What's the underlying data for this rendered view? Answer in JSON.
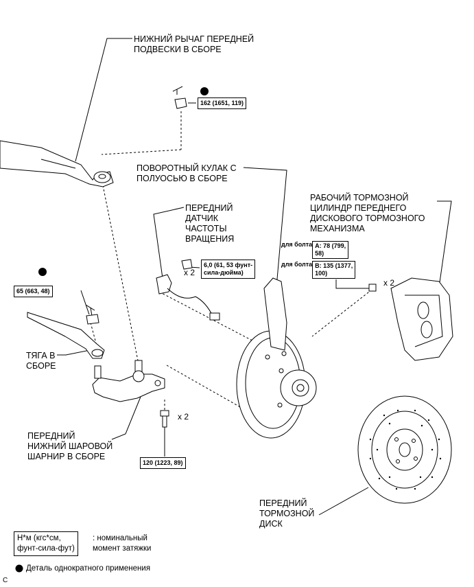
{
  "labels": {
    "lower_arm": "НИЖНИЙ РЫЧАГ ПЕРЕДНЕЙ\nПОДВЕСКИ В СБОРЕ",
    "knuckle": "ПОВОРОТНЫЙ КУЛАК С\nПОЛУОСЬЮ В СБОРЕ",
    "sensor": "ПЕРЕДНИЙ\nДАТЧИК\nЧАСТОТЫ\nВРАЩЕНИЯ",
    "caliper": "РАБОЧИЙ ТОРМОЗНОЙ\nЦИЛИНДР ПЕРЕДНЕГО\nДИСКОВОГО ТОРМОЗНОГО\nМЕХАНИЗМА",
    "tie_rod": "ТЯГА В\nСБОРЕ",
    "ball_joint": "ПЕРЕДНИЙ\nНИЖНИЙ ШАРОВОЙ\nШАРНИР В СБОРЕ",
    "disc": "ПЕРЕДНИЙ\nТОРМОЗНОЙ\nДИСК"
  },
  "torques": {
    "arm_nut": "162 (1651, 119)",
    "sensor_bolt": "6,0 (61, 53 фунт-\nсила-дюйма)",
    "tie_rod_nut": "65 (663, 48)",
    "ball_joint_bolt": "120 (1223, 89)",
    "caliper_a_prefix": "для болта",
    "caliper_a_value": "A: 78 (799,\n58)",
    "caliper_b_prefix": "для болта",
    "caliper_b_value": "B: 135 (1377,\n100)"
  },
  "multipliers": {
    "sensor": "x 2",
    "caliper": "x 2",
    "ball_joint": "x 2"
  },
  "legend": {
    "units_box": "Н*м (кгс*см,\nфунт-сила-фут)",
    "units_desc": ": номинальный\nмомент затяжки",
    "one_time": "Деталь однократного применения"
  },
  "corner_letter": "C",
  "icons": [
    "one-time-use-dot-icon",
    "cotter-pin-icon",
    "nut-icon",
    "bolt-icon"
  ]
}
